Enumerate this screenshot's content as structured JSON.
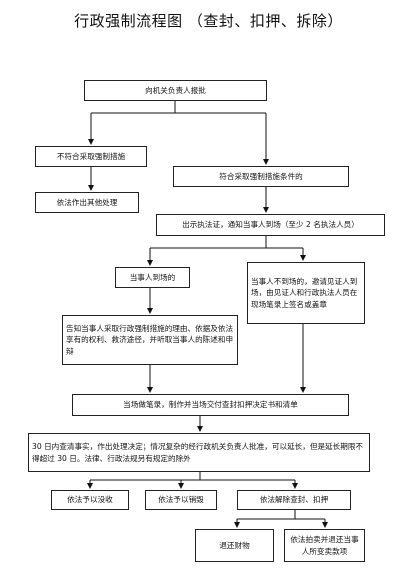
{
  "title": "行政强制流程图  （查封、扣押、拆除）",
  "nodes": {
    "report": "向机关负责人报批",
    "not_meet": "不符合采取强制措施",
    "other": "依法作出其他处理",
    "meet": "符合采取强制措施条件的",
    "notify": "出示执法证，通知当事人到场（至少 2 名执法人员）",
    "present": "当事人到场的",
    "absent": "当事人不到场的，邀请见证人到场，由见证人和行政执法人员在现场笔录上签名或盖章",
    "inform": "告知当事人采取行政强制措施的理由、依据及依法享有的权利、救济途径，并听取当事人的陈述和申辩",
    "record": "当场做笔录，制作并当场交付查封扣押决定书和清单",
    "decision": "30 日内查清事实，作出处理决定；情况复杂的经行政机关负责人批准，可以延长，但是延长期限不得超过 30 日。法律、行政法规另有规定的除外",
    "confiscate": "依法予以没收",
    "destroy": "依法予以销毁",
    "release": "依法解除查封、扣押",
    "return": "退还财物",
    "compensate": "依法拍卖并退还当事人所变卖款项"
  }
}
